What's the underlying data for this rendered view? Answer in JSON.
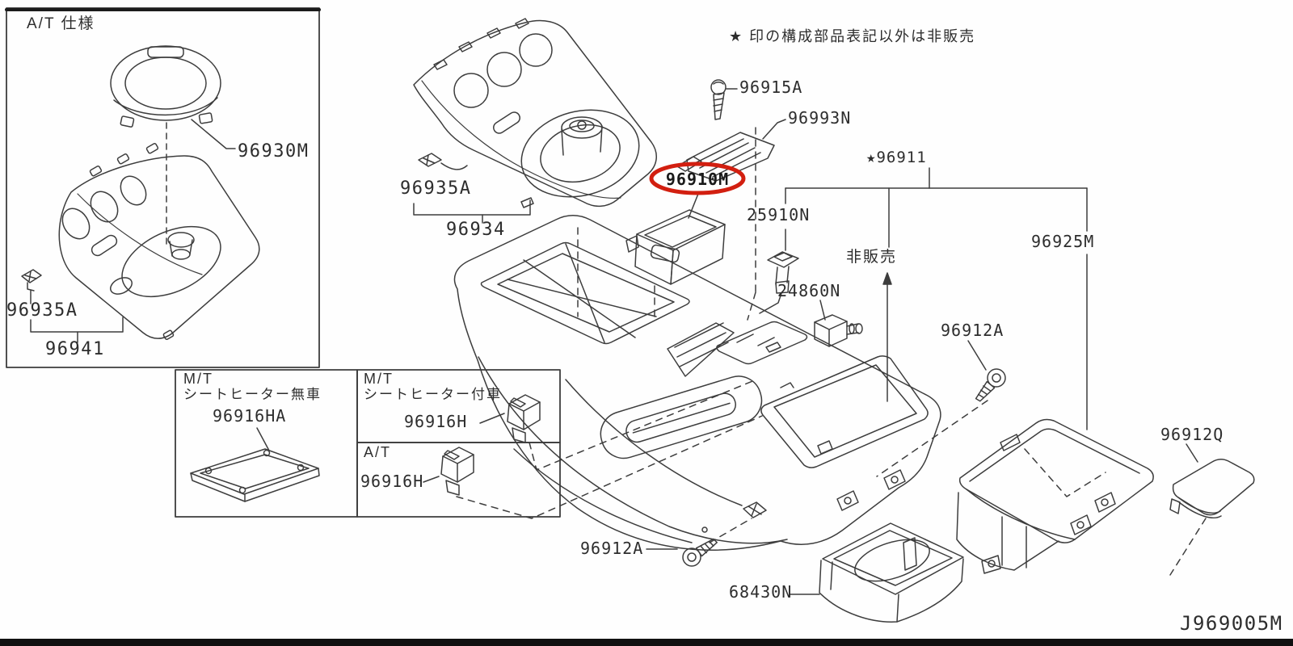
{
  "doc": {
    "note": "★ 印の構成部品表記以外は非販売",
    "diagram_id": "J969005M",
    "highlight_color": "#d21f10",
    "line_color": "#3d3d3d"
  },
  "insets": {
    "at_spec": {
      "title": "A/T 仕様"
    },
    "mt_no_heater": {
      "system": "M/T",
      "condition": "シートヒーター無車",
      "part": "96916HA"
    },
    "mt_heater": {
      "system": "M/T",
      "condition": "シートヒーター付車",
      "part": "96916H"
    },
    "at": {
      "system": "A/T",
      "part": "96916H"
    }
  },
  "labels": {
    "p96930M": "96930M",
    "p96935A_inset": "96935A",
    "p96941": "96941",
    "p96935A": "96935A",
    "p96934": "96934",
    "p96915A": "96915A",
    "p96993N": "96993N",
    "p96910M": "96910M",
    "p96911": "★96911",
    "p25910N": "25910N",
    "not_sold": "非販売",
    "p96925M": "96925M",
    "p24860N": "24860N",
    "p96912A_right": "96912A",
    "p96912Q": "96912Q",
    "p96912A_bottom": "96912A",
    "p68430N": "68430N"
  }
}
